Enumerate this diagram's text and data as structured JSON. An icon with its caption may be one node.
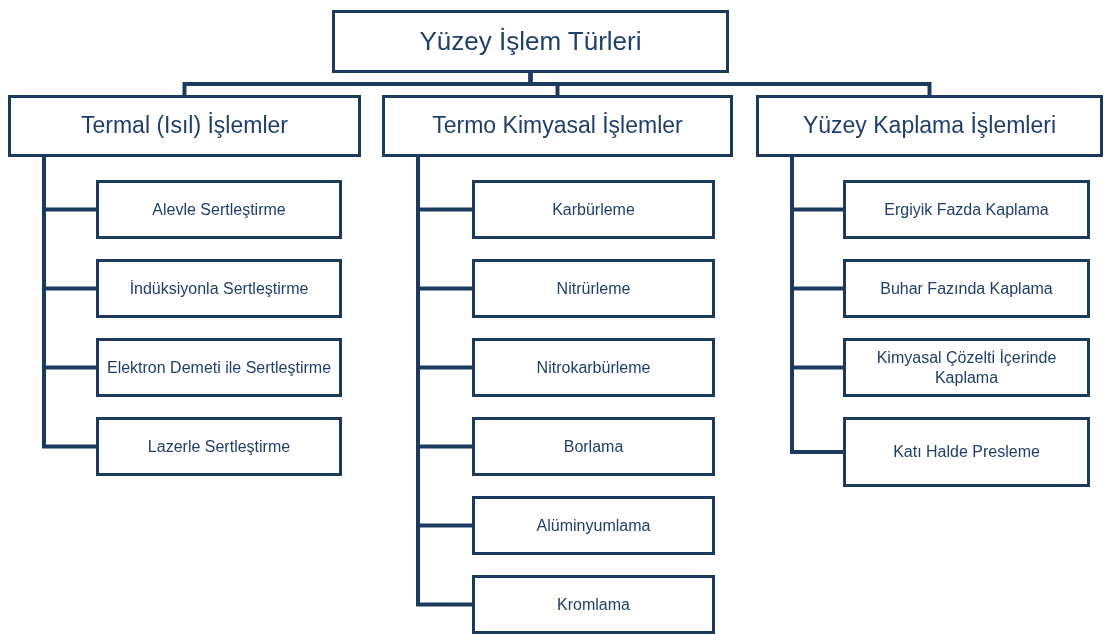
{
  "diagram": {
    "nodes": [
      {
        "text": [
          "Yüzey İşlem Türleri"
        ]
      },
      {
        "text": [
          "Termal (Isıl) İşlemler"
        ]
      },
      {
        "text": [
          "Termo Kimyasal İşlemler"
        ]
      },
      {
        "text": [
          "Yüzey Kaplama İşlemleri"
        ]
      },
      {
        "text": [
          "Alevle Sertleştirme"
        ]
      },
      {
        "text": [
          "İndüksiyonla Sertleştirme"
        ]
      },
      {
        "text": [
          "Elektron Demeti ile Sertleştirme"
        ]
      },
      {
        "text": [
          "Lazerle Sertleştirme"
        ]
      },
      {
        "text": [
          "Karbürleme"
        ]
      },
      {
        "text": [
          "Nitrürleme"
        ]
      },
      {
        "text": [
          "Nitrokarbürleme"
        ]
      },
      {
        "text": [
          "Borlama"
        ]
      },
      {
        "text": [
          "Alüminyumlama"
        ]
      },
      {
        "text": [
          "Kromlama"
        ]
      },
      {
        "text": [
          "Ergiyik Fazda Kaplama"
        ]
      },
      {
        "text": [
          "Buhar Fazında Kaplama"
        ]
      },
      {
        "text": [
          "Kimyasal Çözelti İçerinde Kaplama"
        ]
      },
      {
        "text": [
          "Katı Halde Presleme"
        ]
      }
    ],
    "edges": [
      {
        "from": 0,
        "to": 1,
        "arrow": "none"
      },
      {
        "from": 0,
        "to": 2,
        "arrow": "none"
      },
      {
        "from": 0,
        "to": 3,
        "arrow": "none"
      },
      {
        "from": 1,
        "to": 4,
        "arrow": "none"
      },
      {
        "from": 1,
        "to": 5,
        "arrow": "none"
      },
      {
        "from": 1,
        "to": 6,
        "arrow": "none"
      },
      {
        "from": 1,
        "to": 7,
        "arrow": "none"
      },
      {
        "from": 2,
        "to": 8,
        "arrow": "none"
      },
      {
        "from": 2,
        "to": 9,
        "arrow": "none"
      },
      {
        "from": 2,
        "to": 10,
        "arrow": "none"
      },
      {
        "from": 2,
        "to": 11,
        "arrow": "none"
      },
      {
        "from": 2,
        "to": 12,
        "arrow": "none"
      },
      {
        "from": 2,
        "to": 13,
        "arrow": "none"
      },
      {
        "from": 3,
        "to": 14,
        "arrow": "none"
      },
      {
        "from": 3,
        "to": 15,
        "arrow": "none"
      },
      {
        "from": 3,
        "to": 16,
        "arrow": "none"
      },
      {
        "from": 3,
        "to": 17,
        "arrow": "none"
      }
    ]
  }
}
